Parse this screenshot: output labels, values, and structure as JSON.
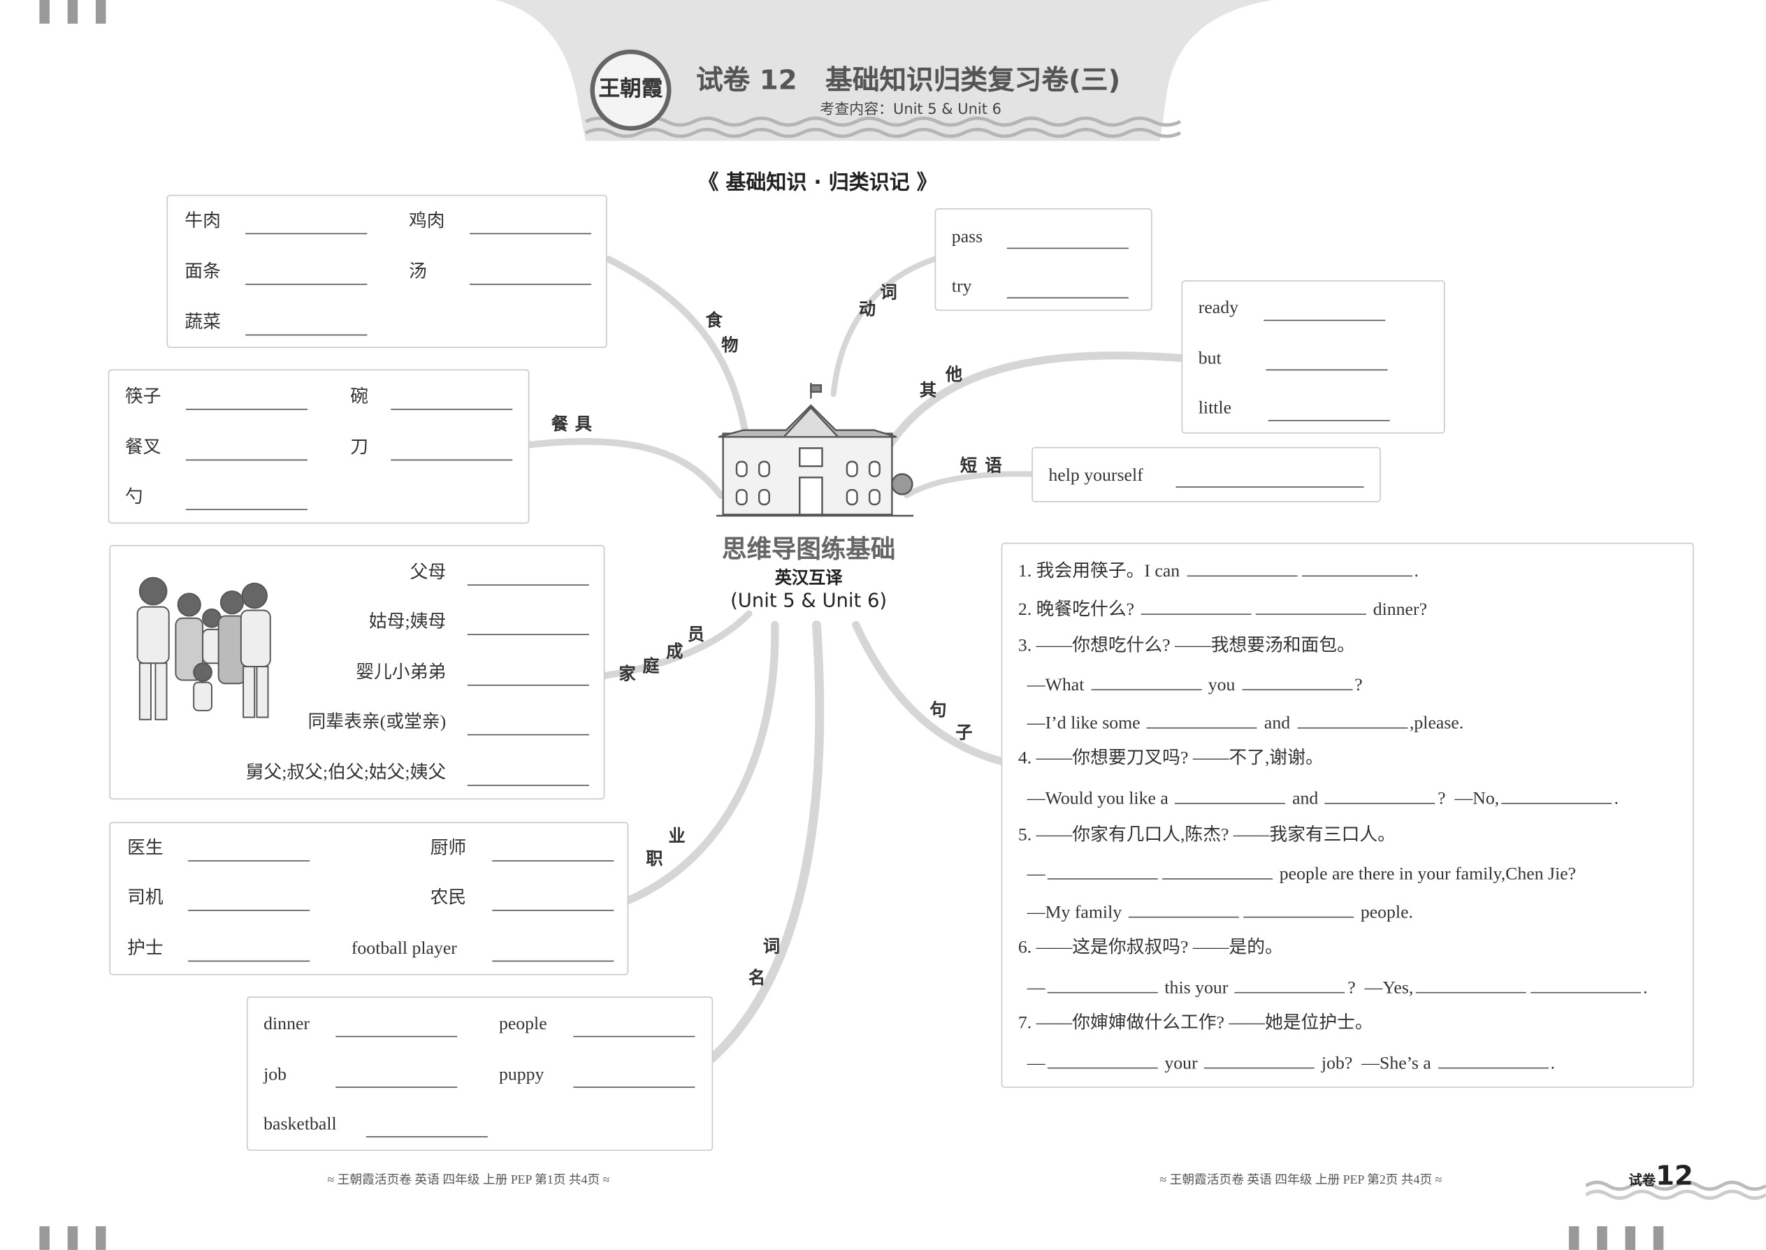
{
  "header": {
    "logo_text": "王朝霞",
    "title": "试卷 12   基础知识归类复习卷(三)",
    "subtitle": "考查内容：Unit 5 & Unit 6",
    "section": "基础知识 · 归类识记"
  },
  "center": {
    "title": "思维导图练基础",
    "subtitle": "英汉互译",
    "units": "(Unit 5 & Unit 6)"
  },
  "branches": {
    "food": [
      "食",
      "物"
    ],
    "verb": [
      "动",
      "词"
    ],
    "other": [
      "其",
      "他"
    ],
    "phrase": [
      "短",
      "语"
    ],
    "tableware": [
      "餐",
      "具"
    ],
    "family": [
      "家",
      "庭",
      "成",
      "员"
    ],
    "job": [
      "职",
      "业"
    ],
    "noun": [
      "名",
      "词"
    ],
    "sentence": [
      "句",
      "子"
    ]
  },
  "food": [
    "牛肉",
    "鸡肉",
    "面条",
    "汤",
    "蔬菜"
  ],
  "verbs": [
    "pass",
    "try"
  ],
  "others": [
    "ready",
    "but",
    "little"
  ],
  "phrases": [
    "help yourself"
  ],
  "tableware": [
    "筷子",
    "碗",
    "餐叉",
    "刀",
    "勺"
  ],
  "family": [
    "父母",
    "姑母;姨母",
    "婴儿小弟弟",
    "同辈表亲(或堂亲)",
    "舅父;叔父;伯父;姑父;姨父"
  ],
  "jobs": [
    "医生",
    "厨师",
    "司机",
    "农民",
    "护士",
    "football player"
  ],
  "nouns": [
    "dinner",
    "people",
    "job",
    "puppy",
    "basketball"
  ],
  "sentences": [
    [
      "1. 我会用筷子。I can ",
      "_",
      "_",
      "."
    ],
    [
      "2. 晚餐吃什么? ",
      "_",
      "_",
      " dinner?"
    ],
    [
      "3. ——你想吃什么? ——我想要汤和面包。"
    ],
    [
      "  —What ",
      "_",
      " you ",
      "_",
      "?"
    ],
    [
      "  —I’d like some ",
      "_",
      " and ",
      "_",
      ",please."
    ],
    [
      "4. ——你想要刀叉吗? ——不了,谢谢。"
    ],
    [
      "  —Would you like a ",
      "_",
      " and ",
      "_",
      "?  —No,",
      "_",
      "."
    ],
    [
      "5. ——你家有几口人,陈杰? ——我家有三口人。"
    ],
    [
      "  —",
      "_",
      "_",
      " people are there in your family,Chen Jie?"
    ],
    [
      "  —My family ",
      "_",
      "_",
      " people."
    ],
    [
      "6. ——这是你叔叔吗? ——是的。"
    ],
    [
      "  —",
      "_",
      " this your ",
      "_",
      "?  —Yes,",
      "_",
      "_",
      "."
    ],
    [
      "7. ——你婶婶做什么工作? ——她是位护士。"
    ],
    [
      "  —",
      "_",
      " your ",
      "_",
      " job?  —She’s a ",
      "_",
      "."
    ]
  ],
  "footer": {
    "left": "≈ 王朝霞活页卷  英语  四年级  上册  PEP  第1页  共4页 ≈",
    "right": "≈ 王朝霞活页卷  英语  四年级  上册  PEP  第2页  共4页 ≈",
    "badge_label": "试卷",
    "badge_number": "12"
  },
  "colors": {
    "banner": "#e3e3e3",
    "branch": "#d6d6d6",
    "text": "#333333"
  }
}
